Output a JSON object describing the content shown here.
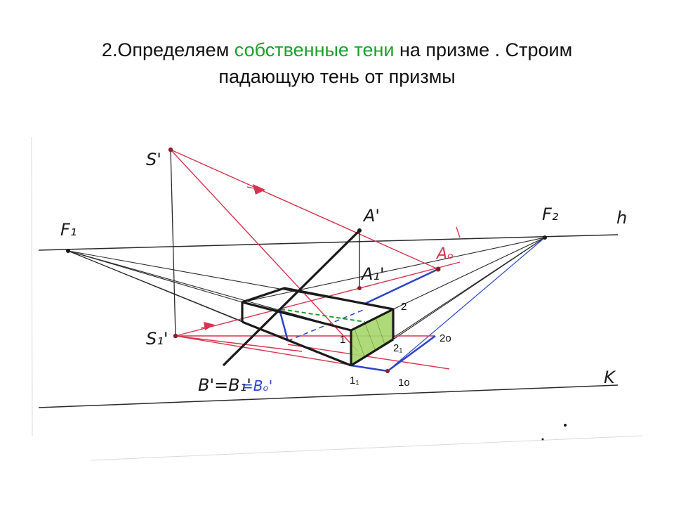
{
  "title": {
    "part1": "2.Определяем ",
    "accent": "собственные тени",
    "part2": " на призме . Строим",
    "line2": "падающую тень от призмы"
  },
  "colors": {
    "accent": "#1aa12b",
    "red": "#d8344f",
    "blue": "#2a44c8",
    "black": "#1a1a1a",
    "shade": "#a6d66a"
  },
  "labels": {
    "S": "S'",
    "S1": "S₁'",
    "F1": "F₁",
    "F2": "F₂",
    "h": "h",
    "K": "K",
    "A": "A'",
    "A1": "A₁'",
    "Ao": "Aₒ",
    "B": "B'=B₁'",
    "Bo": "=Bₒ'",
    "n1": "1",
    "n11": "1₁",
    "n1o": "1o",
    "n2": "2",
    "n21": "2₁",
    "n2o": "2o"
  }
}
